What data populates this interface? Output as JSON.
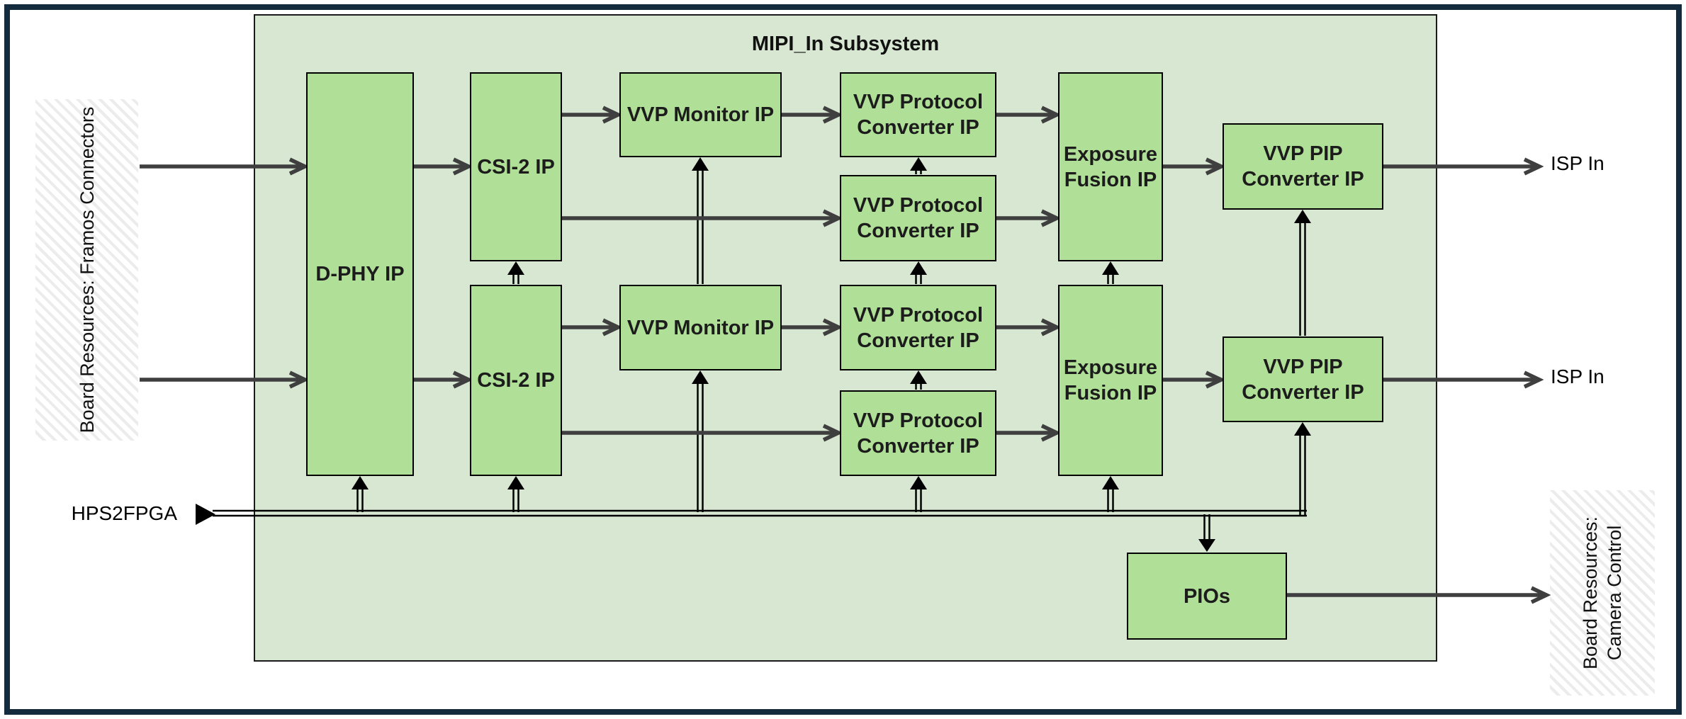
{
  "diagram": {
    "title": "MIPI_In Subsystem",
    "colors": {
      "outer_border": "#132b3d",
      "subsystem_fill": "#d8e7d2",
      "subsystem_border": "#1a1a1a",
      "block_fill": "#b0e097",
      "block_border": "#000000",
      "block_text": "#1c1c1c",
      "signal_arrow": "#3f3f3f",
      "bus_line": "#000000",
      "band_stripe": "#ececec"
    },
    "blocks": [
      {
        "id": "dphy",
        "label": "D-PHY IP"
      },
      {
        "id": "csi2-top",
        "label": "CSI-2 IP"
      },
      {
        "id": "csi2-bot",
        "label": "CSI-2 IP"
      },
      {
        "id": "mon-top",
        "label": "VVP Monitor IP"
      },
      {
        "id": "mon-bot",
        "label": "VVP Monitor IP"
      },
      {
        "id": "pc1",
        "label": "VVP Protocol\nConverter IP"
      },
      {
        "id": "pc2",
        "label": "VVP Protocol\nConverter IP"
      },
      {
        "id": "pc3",
        "label": "VVP Protocol\nConverter IP"
      },
      {
        "id": "pc4",
        "label": "VVP Protocol\nConverter IP"
      },
      {
        "id": "ef-top",
        "label": "Exposure\nFusion IP"
      },
      {
        "id": "ef-bot",
        "label": "Exposure\nFusion IP"
      },
      {
        "id": "pip-top",
        "label": "VVP PIP\nConverter IP"
      },
      {
        "id": "pip-bot",
        "label": "VVP PIP\nConverter IP"
      },
      {
        "id": "pios",
        "label": "PIOs"
      }
    ],
    "external_labels": {
      "hps2fpga": "HPS2FPGA",
      "isp_in_top": "ISP In",
      "isp_in_bottom": "ISP In",
      "left_band": "Board Resources: Framos Connectors",
      "right_band": "Board Resources:\nCamera Control"
    }
  }
}
